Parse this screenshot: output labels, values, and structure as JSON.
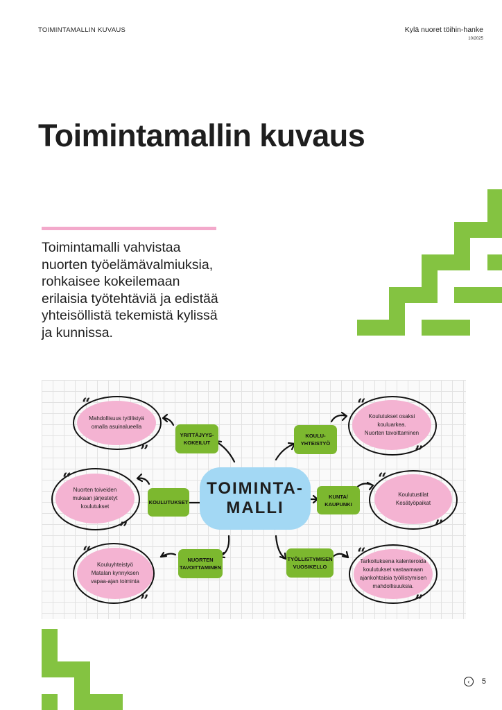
{
  "header": {
    "section": "TOIMINTAMALLIN KUVAUS",
    "project": "Kylä nuoret töihin-hanke",
    "date": "10/2025"
  },
  "title": "Toimintamallin kuvaus",
  "lead": "Toimintamalli vahvistaa nuorten työelämävalmiuksia, rohkaisee kokeilemaan erilaisia työtehtäviä ja edistää yhteisöllistä tekemistä kylissä ja kunnissa.",
  "mindmap": {
    "center": "TOIMINTA-\nMALLI",
    "branches": [
      {
        "label": "YRITTÄJYYS-\nKOKEILUT",
        "note": "Mahdollisuus työllistyä\nomalla asuinalueella"
      },
      {
        "label": "KOULUTUKSET",
        "note": "Nuorten toiveiden\nmukaan järjestetyt\nkoulutukset"
      },
      {
        "label": "NUORTEN\nTAVOITTAMINEN",
        "note": "Kouluyhteistyö\nMatalan kynnyksen\nvapaa-ajan toiminta"
      },
      {
        "label": "KOULU-\nYHTEISTYÖ",
        "note": "Koulutukset osaksi\nkouluarkea.\nNuorten tavoittaminen"
      },
      {
        "label": "KUNTA/\nKAUPUNKI",
        "note": "Koulutustilat\nKesätyöpaikat"
      },
      {
        "label": "TYÖLLISTYMISEN\nVUOSIKELLO",
        "note": "Tarkoituksena kalenteroida\nkoulutukset vastaamaan\najankohtaisia työllistymisen\nmahdollisuuksia."
      }
    ],
    "quote_open": "“",
    "quote_close": "”"
  },
  "footer": {
    "page": "5"
  },
  "colors": {
    "green": "#84c341",
    "pink": "#f3a9cb",
    "blue": "#a3d8f4"
  }
}
